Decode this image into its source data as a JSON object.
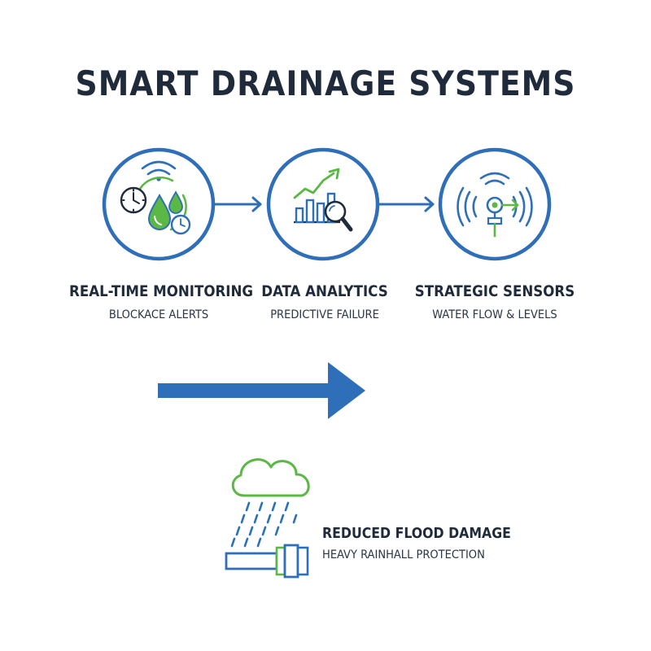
{
  "title": "SMART DRAINAGE SYSTEMS",
  "steps": [
    {
      "heading": "REAL-TIME MONITORING",
      "subheading": "BLOCKACE ALERTS",
      "icon": "monitoring-icon"
    },
    {
      "heading": "DATA ANALYTICS",
      "subheading": "PREDICTIVE FAILURE",
      "icon": "analytics-icon"
    },
    {
      "heading": "STRATEGIC SENSORS",
      "subheading": "WATER FLOW & LEVELS",
      "icon": "sensor-icon"
    }
  ],
  "outcome": {
    "heading": "REDUCED FLOOD DAMAGE",
    "subheading": "HEAVY RAINHALL PROTECTION",
    "icon": "rain-pipe-icon"
  },
  "colors": {
    "blue": "#2f6fb9",
    "green": "#5bb845",
    "dark": "#1f2b3b"
  }
}
